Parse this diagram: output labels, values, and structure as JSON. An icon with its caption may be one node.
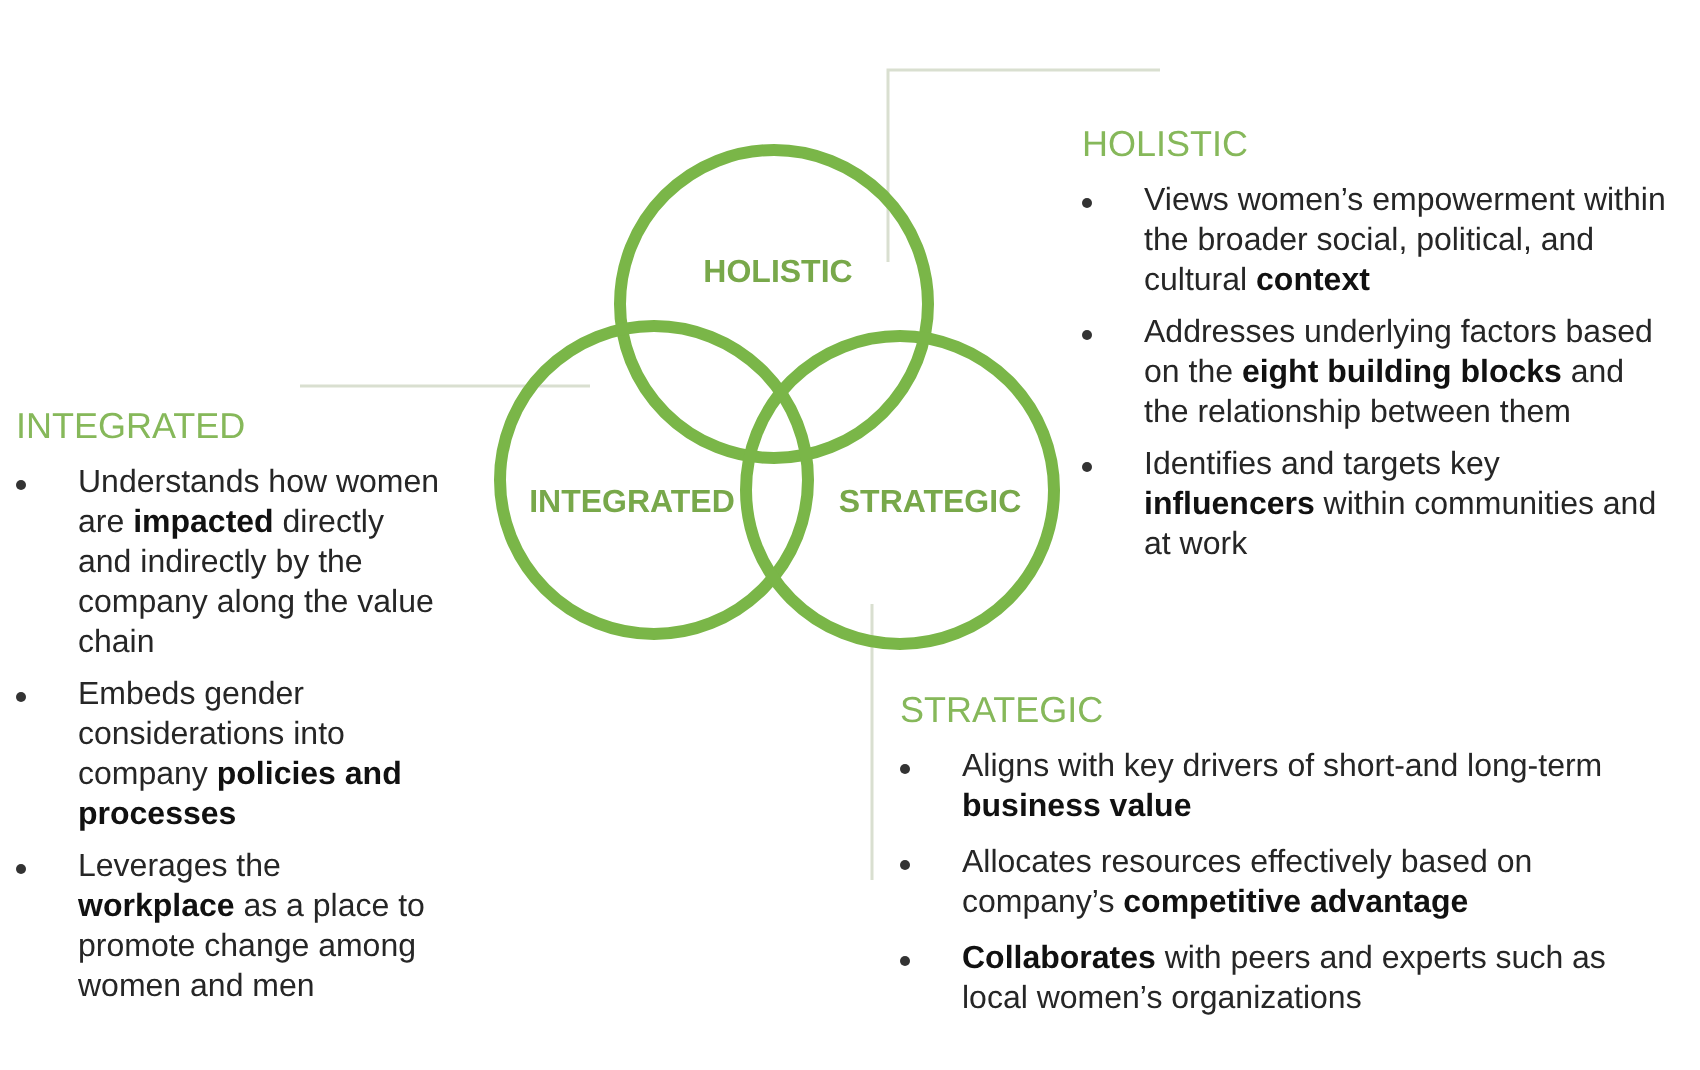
{
  "diagram": {
    "nodes": [
      {
        "text": [
          "HOLISTIC"
        ]
      },
      {
        "text": [
          "INTEGRATED"
        ]
      },
      {
        "text": [
          "STRATEGIC"
        ]
      }
    ],
    "labels": [
      "HOLISTIC",
      "Views women’s empowerment within the broader social, political, and cultural **context**",
      "Addresses underlying factors based on the **eight building blocks** and the relationship between them",
      "Identifies and targets key **influencers** within communities and at work",
      "INTEGRATED",
      "Understands how women are **impacted** directly and indirectly by the company along the value chain",
      "Embeds gender considerations into company **policies and processes**",
      "Leverages the **workplace** as a place to promote change among women and men",
      "STRATEGIC",
      "Aligns with key drivers of short-and long-term **business value**",
      "Allocates resources effectively based on company’s **competitive advantage**",
      "**Collaborates** with peers and experts such as local women’s organizations"
    ]
  }
}
